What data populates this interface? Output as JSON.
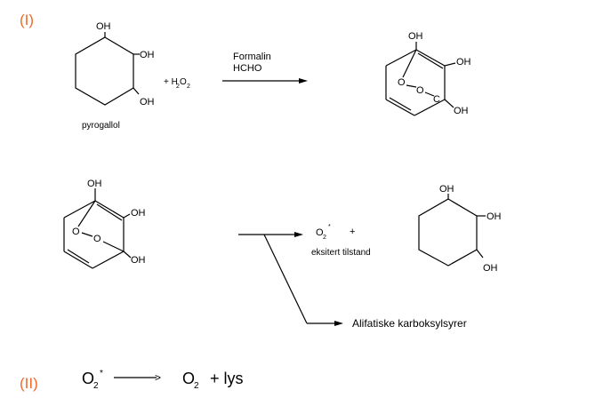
{
  "labels": {
    "section1": "(I)",
    "section2": "(II)",
    "oh": "OH",
    "o": "O",
    "c": "C",
    "pyrogallol": "pyrogallol",
    "plus_h2o2": "+ H",
    "h2o2_sub": "2",
    "h2o2_o": "O",
    "formalin": "Formalin",
    "hcho": "HCHO",
    "o2": "O",
    "o2_sub": "2",
    "star": "*",
    "plus": "+",
    "excited": "eksitert tilstand",
    "aliphatic": "Alifatiske karboksylsyrer",
    "arrow_text": ">",
    "o2_plain": "O",
    "plus_light": "+ lys"
  },
  "colors": {
    "section": "#ee6a2a",
    "ink": "#000000"
  }
}
